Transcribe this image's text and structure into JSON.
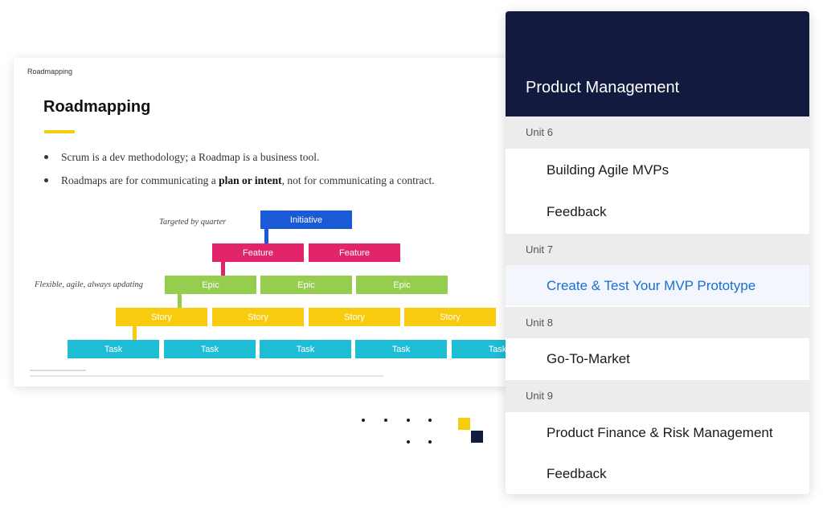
{
  "slide": {
    "label": "Roadmapping",
    "title": "Roadmapping",
    "bullet1": "Scrum is a dev methodology; a Roadmap is a business tool.",
    "bullet2_pre": "Roadmaps are for communicating a ",
    "bullet2_bold": "plan or intent",
    "bullet2_post": ", not for communicating a contract.",
    "annotations": {
      "quarter": "Targeted by quarter",
      "flexible": "Flexible, agile, always updating"
    },
    "hierarchy": {
      "initiative": "Initiative",
      "features": [
        "Feature",
        "Feature"
      ],
      "epics": [
        "Epic",
        "Epic",
        "Epic"
      ],
      "stories": [
        "Story",
        "Story",
        "Story",
        "Story"
      ],
      "tasks": [
        "Task",
        "Task",
        "Task",
        "Task",
        "Task"
      ]
    },
    "colors": {
      "initiative": "#1a5ad7",
      "feature": "#e2246a",
      "epic": "#95cd4e",
      "story": "#f9cb0f",
      "task": "#1fbcd5"
    }
  },
  "panel": {
    "title": "Product Management",
    "units": [
      {
        "label": "Unit 6",
        "lessons": [
          "Building Agile MVPs",
          "Feedback"
        ]
      },
      {
        "label": "Unit 7",
        "lessons": [
          "Create & Test Your MVP Prototype"
        ]
      },
      {
        "label": "Unit 8",
        "lessons": [
          "Go-To-Market"
        ]
      },
      {
        "label": "Unit 9",
        "lessons": [
          "Product Finance & Risk Management",
          "Feedback"
        ]
      }
    ],
    "active_lesson": "Create & Test Your MVP Prototype",
    "colors": {
      "header": "#121b3f",
      "active_text": "#1c6dd0"
    }
  },
  "decor": {
    "accent": "#f5cd0d",
    "navy": "#121b3f"
  }
}
